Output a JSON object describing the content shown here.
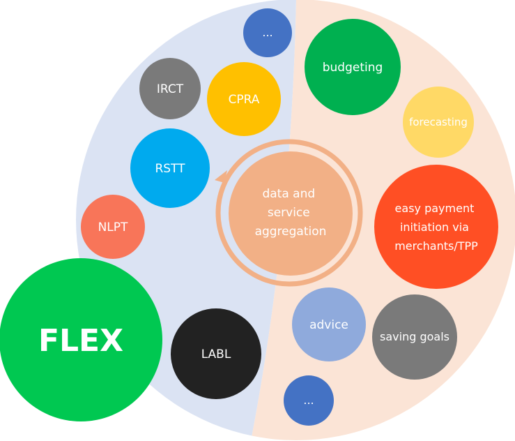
{
  "colors": {
    "left_half": "#dbe3f3",
    "right_half": "#fbe4d6",
    "center_ring": "#f2b086",
    "center_fill": "#f2b086",
    "flex": "#00c851",
    "labl": "#222222",
    "nlpt": "#f87559",
    "rstt": "#00aaee",
    "irct": "#7a7a7a",
    "cpra": "#ffc000",
    "more_blue": "#4472c4",
    "budgeting": "#00b050",
    "forecasting": "#ffd966",
    "easy_payment": "#ff4f24",
    "advice": "#8faadc",
    "saving_goals": "#7a7a7a"
  },
  "center": {
    "lines": [
      "data and",
      "service",
      "aggregation"
    ]
  },
  "bubbles": {
    "flex": {
      "label": "FLEX"
    },
    "labl": {
      "label": "LABL"
    },
    "nlpt": {
      "label": "NLPT"
    },
    "rstt": {
      "label": "RSTT"
    },
    "irct": {
      "label": "IRCT"
    },
    "cpra": {
      "label": "CPRA"
    },
    "more_top": {
      "label": "..."
    },
    "budgeting": {
      "label": "budgeting"
    },
    "forecasting": {
      "label": "forecasting"
    },
    "easy_payment": {
      "lines": [
        "easy payment",
        "initiation via",
        "merchants/TPP"
      ]
    },
    "advice": {
      "label": "advice"
    },
    "saving_goals": {
      "label": "saving goals"
    },
    "more_bottom": {
      "label": "..."
    }
  }
}
